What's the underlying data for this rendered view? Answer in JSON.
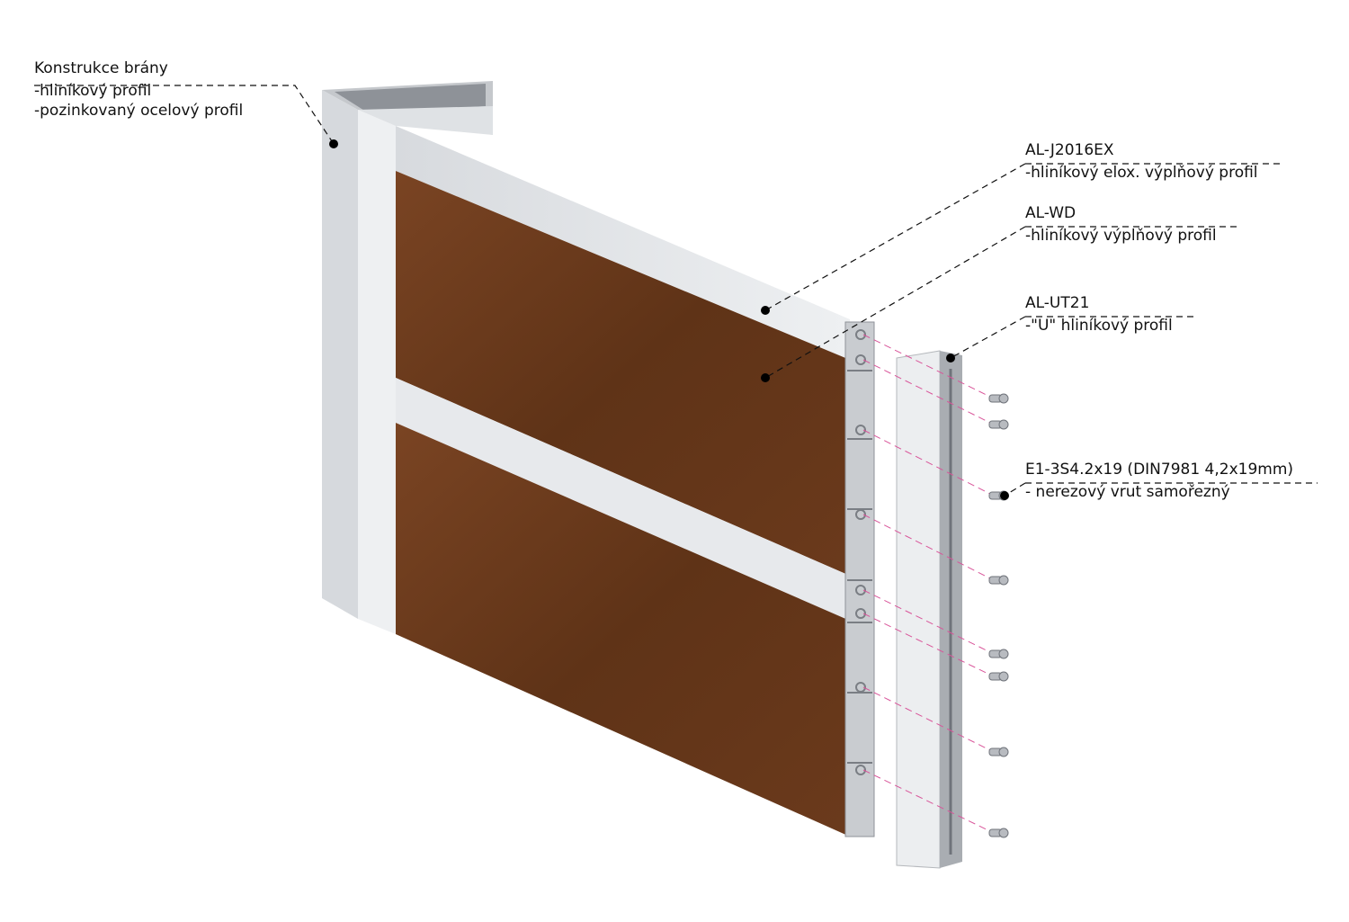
{
  "labels": {
    "gate": {
      "title": "Konstrukce brány",
      "lines": [
        "-hliníkový profil",
        "-pozinkovaný ocelový profil"
      ]
    },
    "j2016": {
      "title": "AL-J2016EX",
      "lines": [
        "-hliníkový elox. výplňový profil"
      ]
    },
    "wd": {
      "title": "AL-WD",
      "lines": [
        "-hliníkový výplňový profil"
      ]
    },
    "ut21": {
      "title": "AL-UT21",
      "lines": [
        "-\"U\" hliníkový profil"
      ]
    },
    "screw": {
      "title": "E1-3S4.2x19 (DIN7981 4,2x19mm)",
      "lines": [
        "- nerezový vrut samořezný"
      ]
    }
  },
  "colors": {
    "wood": "#6e3c1c",
    "aluminium": "#e4e6e9",
    "leader": "#111111",
    "assembly_line": "#d9559a"
  }
}
